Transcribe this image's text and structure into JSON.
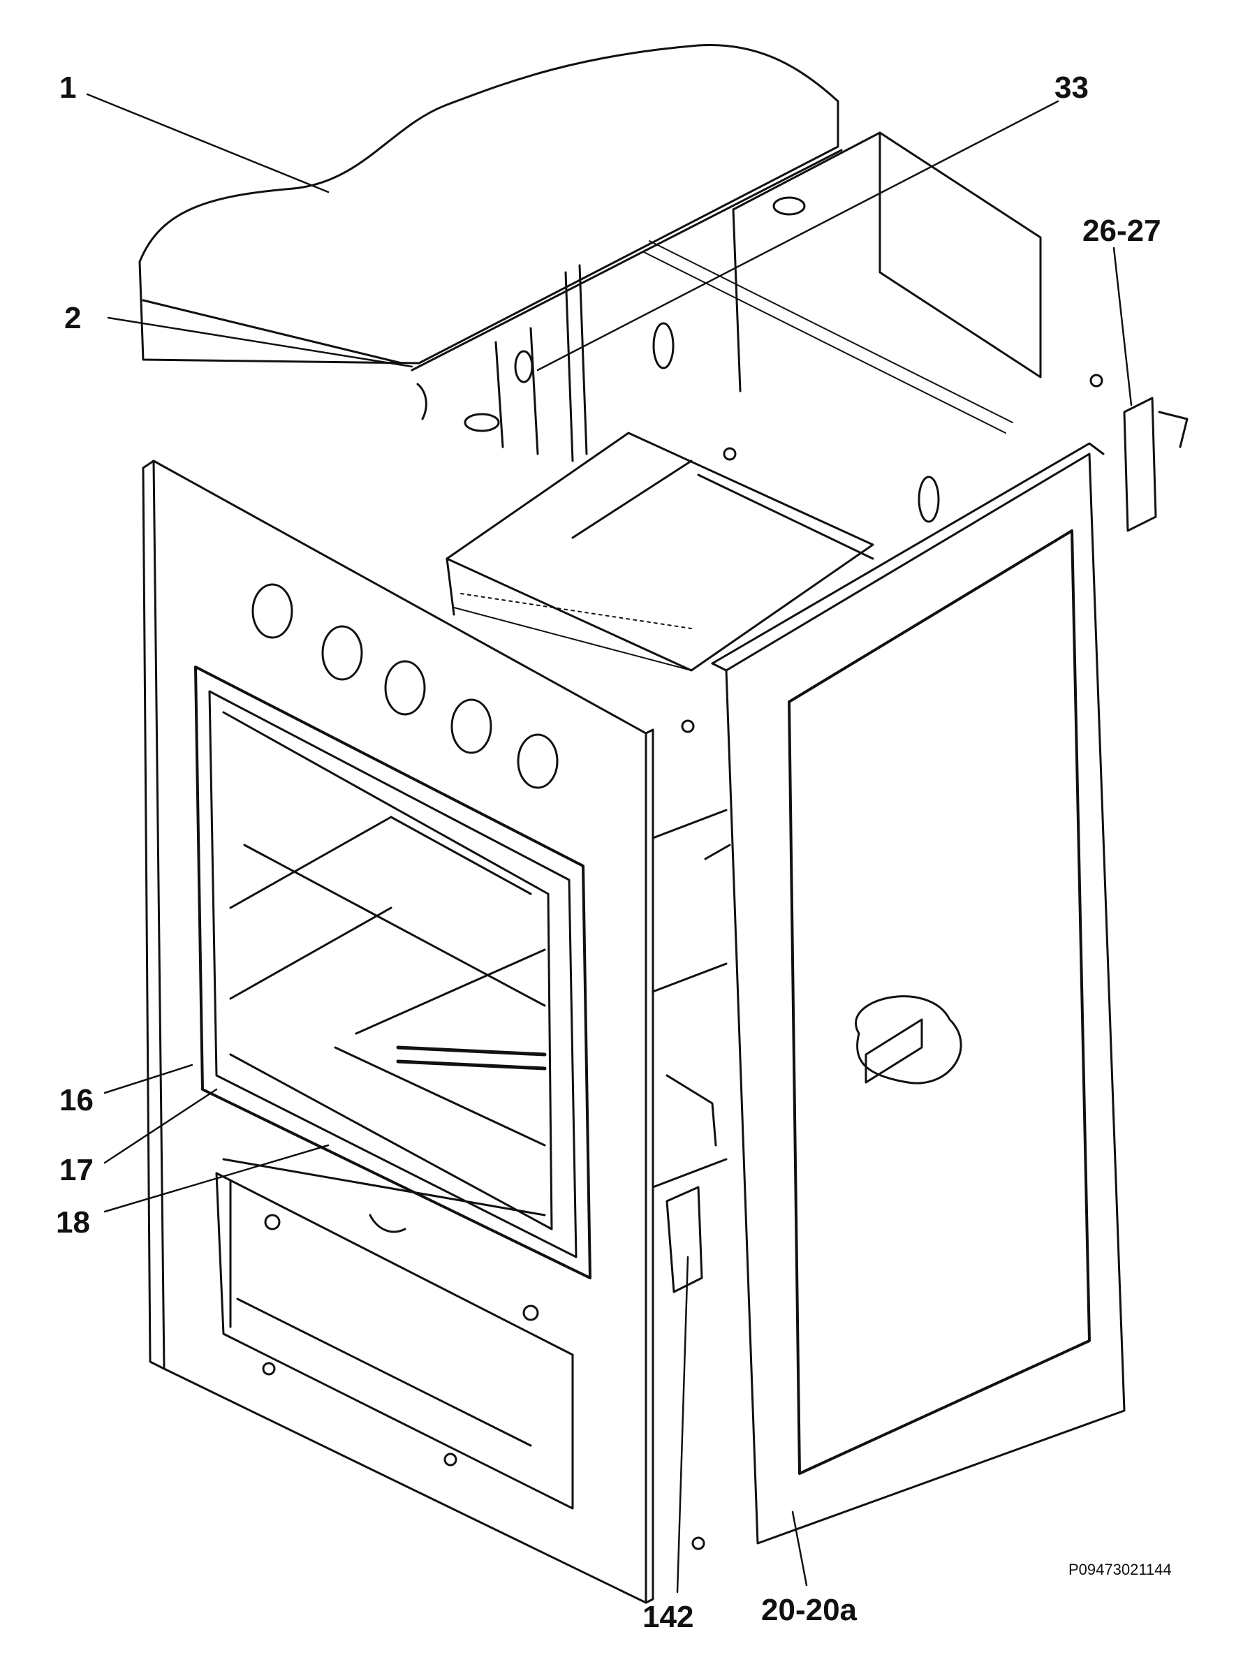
{
  "callouts": [
    {
      "id": "1",
      "text": "1"
    },
    {
      "id": "2",
      "text": "2"
    },
    {
      "id": "33",
      "text": "33"
    },
    {
      "id": "26-27",
      "text": "26-27"
    },
    {
      "id": "16",
      "text": "16"
    },
    {
      "id": "17",
      "text": "17"
    },
    {
      "id": "18",
      "text": "18"
    },
    {
      "id": "142",
      "text": "142"
    },
    {
      "id": "20-20a",
      "text": "20-20a"
    }
  ],
  "drawing_code": "P09473021144",
  "colors": {
    "ink": "#111111",
    "paper": "#ffffff"
  }
}
